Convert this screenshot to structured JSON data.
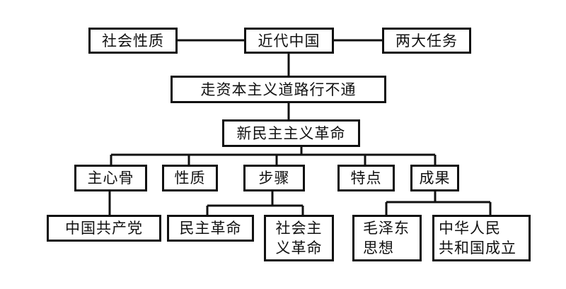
{
  "diagram": {
    "root": "近代中国",
    "left_branch": "社会性质",
    "right_branch": "两大任务",
    "level2": "走资本主义道路行不通",
    "level3": "新民主主义革命",
    "children": [
      {
        "label": "主心骨",
        "children": [
          {
            "label": "中国共产党"
          }
        ]
      },
      {
        "label": "性质",
        "children": []
      },
      {
        "label": "步骤",
        "children": [
          {
            "label": "民主革命"
          },
          {
            "label": "社会主\n义革命"
          }
        ]
      },
      {
        "label": "特点",
        "children": []
      },
      {
        "label": "成果",
        "children": [
          {
            "label": "毛泽东\n思想"
          },
          {
            "label": "中华人民\n共和国成立"
          }
        ]
      }
    ]
  }
}
